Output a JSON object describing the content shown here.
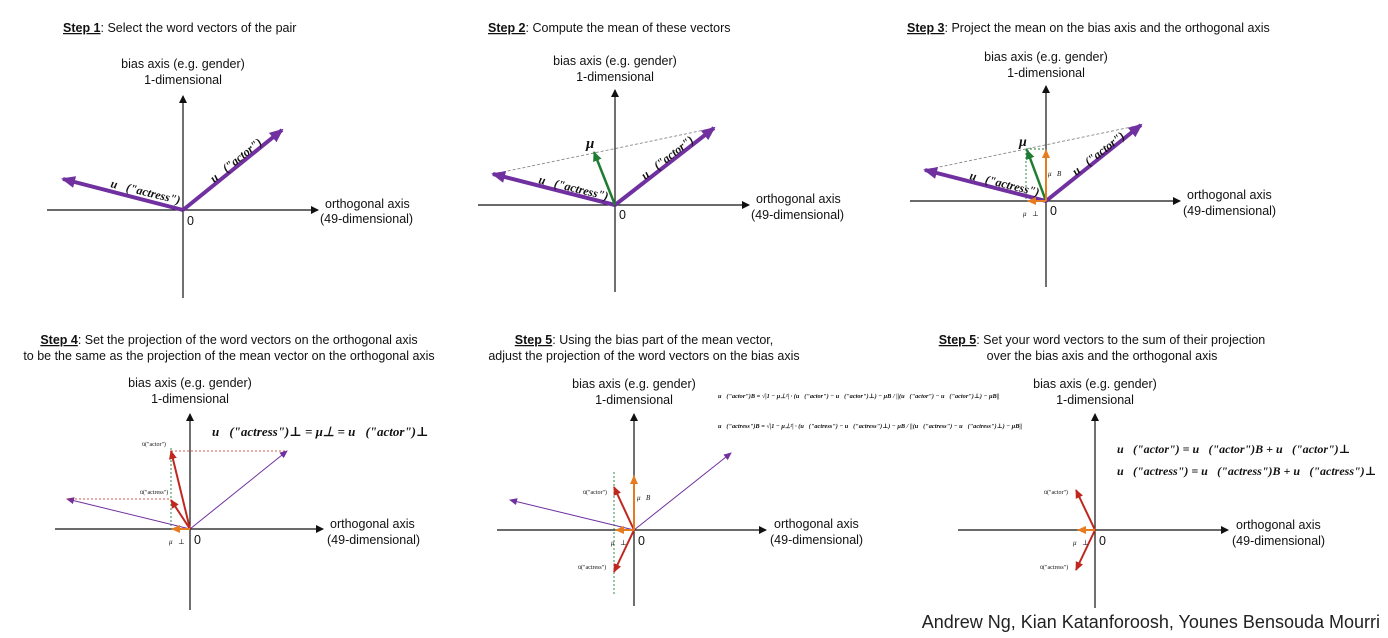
{
  "colors": {
    "purple": "#7030a0",
    "green": "#1e7d32",
    "orange": "#e57c22",
    "red": "#c0271e",
    "axis": "#111111",
    "dashed_gray": "#888888"
  },
  "axis": {
    "bias_line1": "bias axis (e.g. gender)",
    "bias_line2": "1-dimensional",
    "orth_line1": "orthogonal axis",
    "orth_line2": "(49-dimensional)",
    "origin": "0"
  },
  "panels": [
    {
      "step": "Step 1",
      "desc": [
        ": Select the word vectors of the pair"
      ]
    },
    {
      "step": "Step 2",
      "desc": [
        ": Compute the mean of these vectors"
      ]
    },
    {
      "step": "Step 3",
      "desc": [
        ": Project the mean on the bias axis and the orthogonal axis"
      ]
    },
    {
      "step": "Step 4",
      "desc": [
        ": Set the projection of the word vectors on the orthogonal axis",
        "to be the same as the projection of the mean vector on the orthogonal axis"
      ]
    },
    {
      "step": "Step 5",
      "desc": [
        ": Using the bias part of the mean vector,",
        "adjust the projection of the word vectors on the bias axis"
      ]
    },
    {
      "step": "Step 5",
      "desc": [
        ": Set your word vectors to the sum of their projection",
        "over the bias axis and the orthogonal axis"
      ]
    }
  ],
  "labels": {
    "actor": "u⃗(\"actor\")",
    "actress": "u⃗(\"actress\")",
    "mu": "μ⃗",
    "mu_b": "μ⃗B",
    "mu_perp": "μ⃗⊥",
    "actor_small": "ū(\"actor\")",
    "actress_small": "ū(\"actress\")"
  },
  "equations": {
    "step4": "u⃗(\"actress\")⊥ = μ⊥ = u⃗(\"actor\")⊥",
    "step5_actor": "u⃗(\"actor\")B = √|1 − μ⊥²| · (u⃗(\"actor\") − u⃗(\"actor\")⊥) − μB / ||(u⃗(\"actor\") − u⃗(\"actor\")⊥) − μB||",
    "step5_actress": "u⃗(\"actress\")B = √|1 − μ⊥²| · (u⃗(\"actress\") − u⃗(\"actress\")⊥) − μB / ||(u⃗(\"actress\") − u⃗(\"actress\")⊥) − μB||",
    "final_actor": "u⃗(\"actor\") = u⃗(\"actor\")B + u⃗(\"actor\")⊥",
    "final_actress": "u⃗(\"actress\") = u⃗(\"actress\")B + u⃗(\"actress\")⊥"
  },
  "credit": "Andrew Ng, Kian Katanforoosh, Younes Bensouda Mourri"
}
